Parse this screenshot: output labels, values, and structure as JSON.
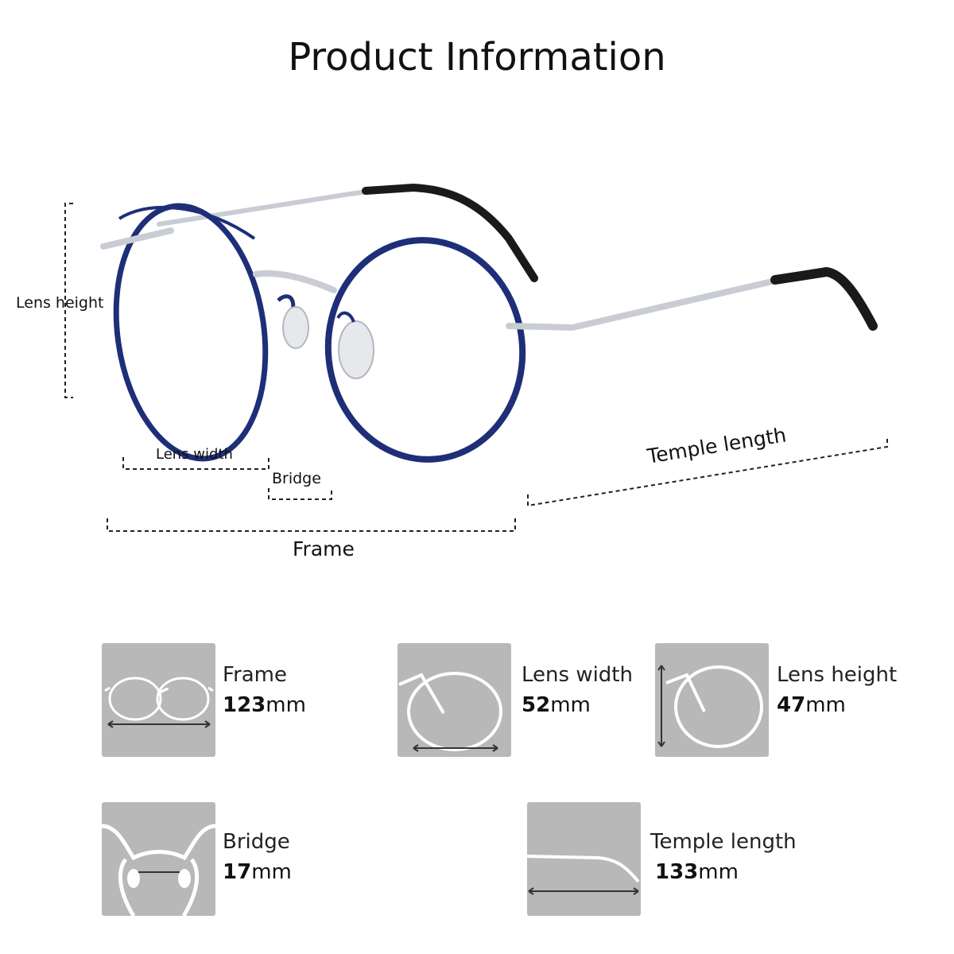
{
  "title": "Product Information",
  "diagram_labels": {
    "lens_height": "Lens height",
    "lens_width": "Lens width",
    "bridge": "Bridge",
    "frame": "Frame",
    "temple_length": "Temple length"
  },
  "specs": [
    {
      "name": "Frame",
      "value": "123",
      "unit": "mm",
      "icon": "frame-width-icon"
    },
    {
      "name": "Lens width",
      "value": "52",
      "unit": "mm",
      "icon": "lens-width-icon"
    },
    {
      "name": "Lens height",
      "value": "47",
      "unit": "mm",
      "icon": "lens-height-icon"
    },
    {
      "name": "Bridge",
      "value": "17",
      "unit": "mm",
      "icon": "bridge-icon"
    },
    {
      "name": "Temple length",
      "value": "133",
      "unit": "mm",
      "icon": "temple-length-icon"
    }
  ],
  "colors": {
    "frame_rim": "#1e2f78",
    "metal": "#c9cdd3",
    "temple_tip": "#1a1a1a",
    "card_bg": "#b8b8b8"
  }
}
